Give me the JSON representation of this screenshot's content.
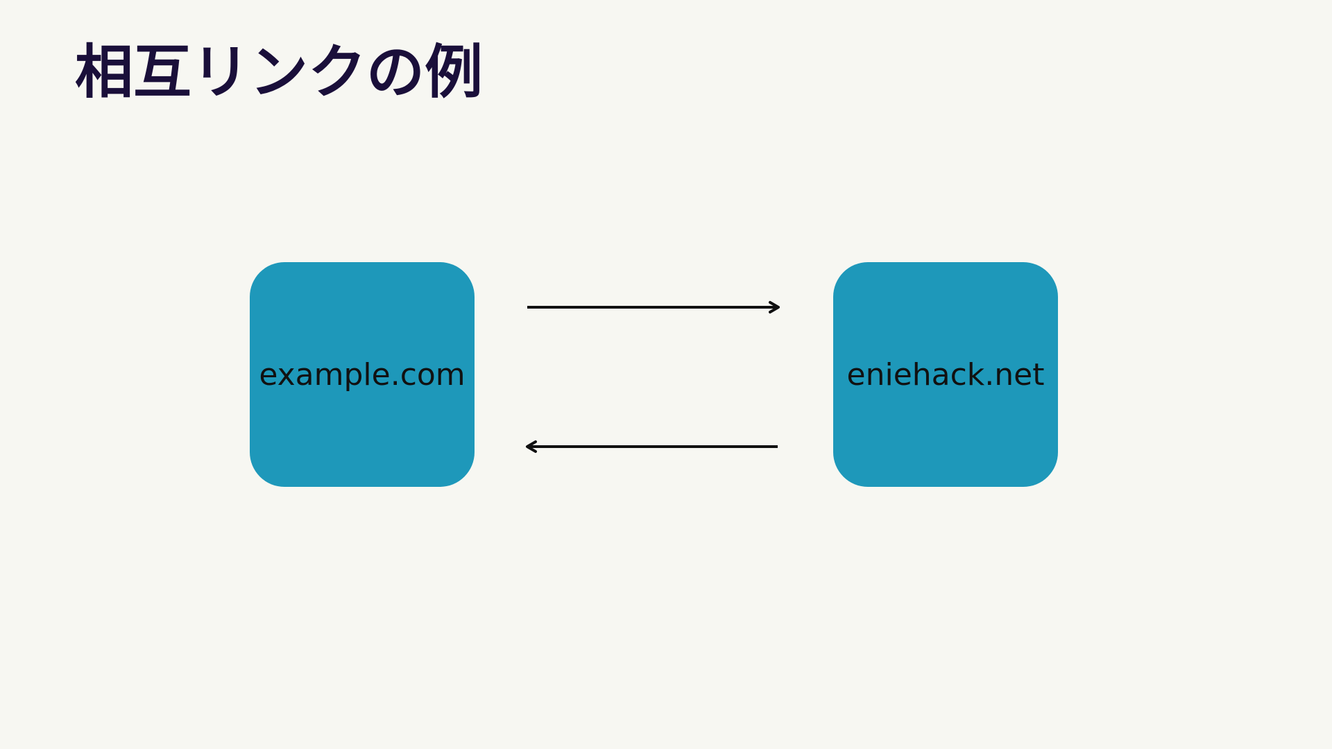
{
  "title": "相互リンクの例",
  "colors": {
    "background": "#F7F7F2",
    "node_fill": "#1E98BA",
    "title_text": "#1A0F3A",
    "arrow": "#111111"
  },
  "nodes": [
    {
      "id": "left",
      "label": "example.com"
    },
    {
      "id": "right",
      "label": "eniehack.net"
    }
  ],
  "edges": [
    {
      "from": "example.com",
      "to": "eniehack.net"
    },
    {
      "from": "eniehack.net",
      "to": "example.com"
    }
  ]
}
